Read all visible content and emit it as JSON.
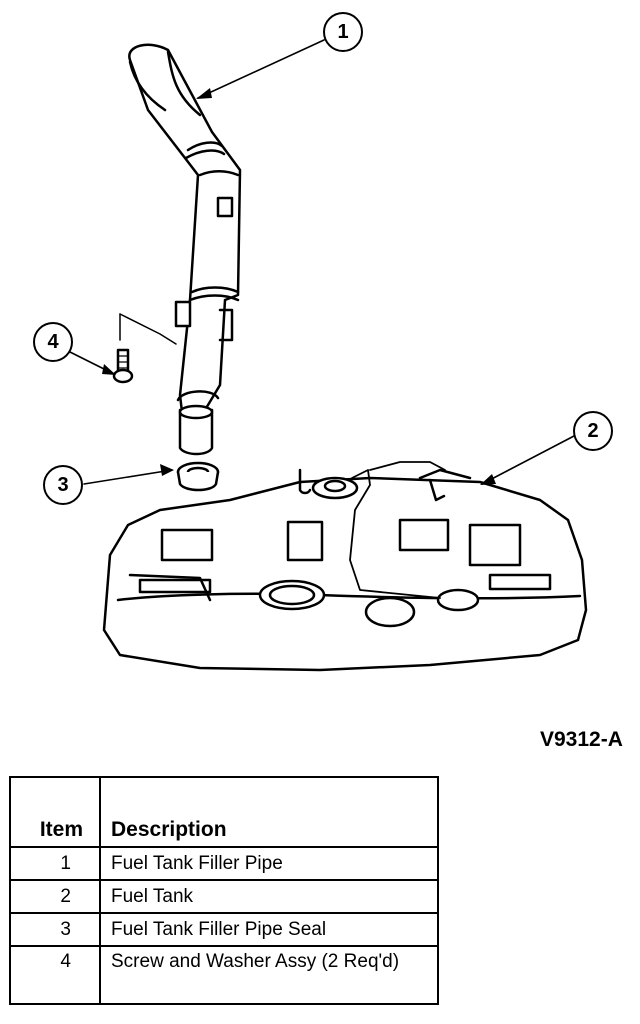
{
  "diagram": {
    "callouts": [
      "1",
      "2",
      "3",
      "4"
    ],
    "figure_id": "V9312-A"
  },
  "table": {
    "headers": {
      "item": "Item",
      "description": "Description"
    },
    "rows": [
      {
        "item": "1",
        "description": "Fuel Tank Filler Pipe"
      },
      {
        "item": "2",
        "description": "Fuel Tank"
      },
      {
        "item": "3",
        "description": "Fuel Tank Filler Pipe Seal"
      },
      {
        "item": "4",
        "description": "Screw and Washer Assy (2 Req'd)"
      }
    ]
  }
}
